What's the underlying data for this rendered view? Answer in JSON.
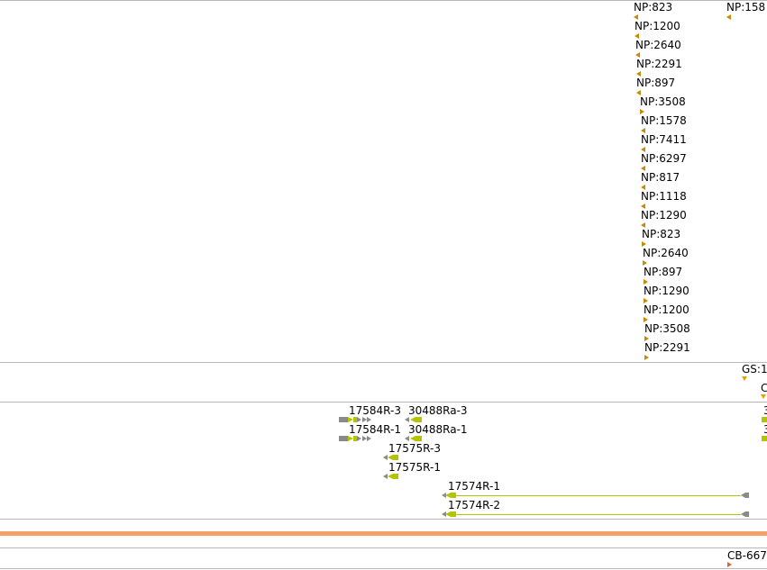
{
  "colors": {
    "np_marker": "#c88a00",
    "gs_marker": "#e8a000",
    "cds": "#b4c400",
    "utr": "#8a8a8a",
    "band": "#f4a069",
    "cb_marker": "#e86030",
    "divider": "#b8b8b8"
  },
  "np_track": {
    "right_label": "NP:158",
    "labels": [
      "NP:823",
      "NP:1200",
      "NP:2640",
      "NP:2291",
      "NP:897",
      "NP:3508",
      "NP:1578",
      "NP:7411",
      "NP:6297",
      "NP:817",
      "NP:1118",
      "NP:1290",
      "NP:823",
      "NP:2640",
      "NP:897",
      "NP:1290",
      "NP:1200",
      "NP:3508",
      "NP:2291"
    ]
  },
  "gs_track": {
    "label": "GS:1",
    "label2": "C"
  },
  "gene_track": {
    "labels": {
      "r17584_3": "17584R-3",
      "r30488_3": "30488Ra-3",
      "r17584_1": "17584R-1",
      "r30488_1": "30488Ra-1",
      "r17575_3": "17575R-3",
      "r17575_1": "17575R-1",
      "r17574_1": "17574R-1",
      "r17574_2": "17574R-2",
      "edge_3a": "3",
      "edge_3b": "3"
    }
  },
  "cb_track": {
    "label": "CB-667"
  }
}
